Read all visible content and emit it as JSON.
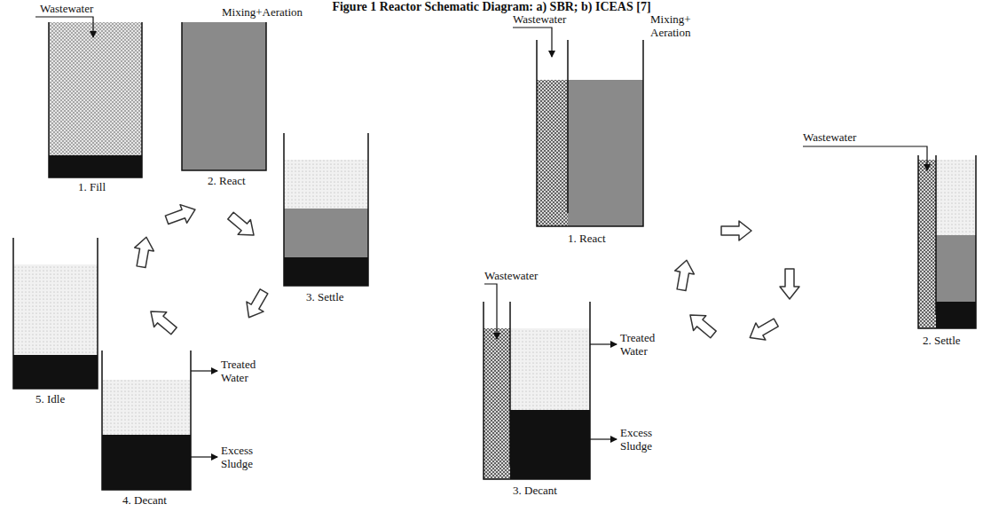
{
  "diagram": {
    "title": "Figure 1 Reactor Schematic Diagram: a) SBR; b) ICEAS [7]",
    "nodes": [
      {
        "text": [
          "1. Fill"
        ]
      },
      {
        "text": [
          "2. React"
        ]
      },
      {
        "text": [
          "3. Settle"
        ]
      },
      {
        "text": [
          "4. Decant"
        ]
      },
      {
        "text": [
          "5. Idle"
        ]
      },
      {
        "text": [
          "1. React"
        ]
      },
      {
        "text": [
          "2. Settle"
        ]
      },
      {
        "text": [
          "3. Decant"
        ]
      }
    ],
    "edges": [
      {
        "from": 0,
        "to": 1,
        "arrow": "to"
      },
      {
        "from": 1,
        "to": 2,
        "arrow": "to"
      },
      {
        "from": 2,
        "to": 3,
        "arrow": "to"
      },
      {
        "from": 3,
        "to": 4,
        "arrow": "to"
      },
      {
        "from": 4,
        "to": 0,
        "arrow": "to"
      },
      {
        "from": 5,
        "to": 6,
        "arrow": "to"
      },
      {
        "from": 6,
        "to": 7,
        "arrow": "to"
      },
      {
        "from": 7,
        "to": 5,
        "arrow": "to"
      }
    ],
    "labels": [
      "Wastewater",
      "Mixing+Aeration",
      "Treated Water",
      "Excess Sludge",
      "Wastewater",
      "Mixing+ Aeration",
      "Wastewater",
      "Wastewater",
      "Treated Water",
      "Excess Sludge"
    ]
  }
}
